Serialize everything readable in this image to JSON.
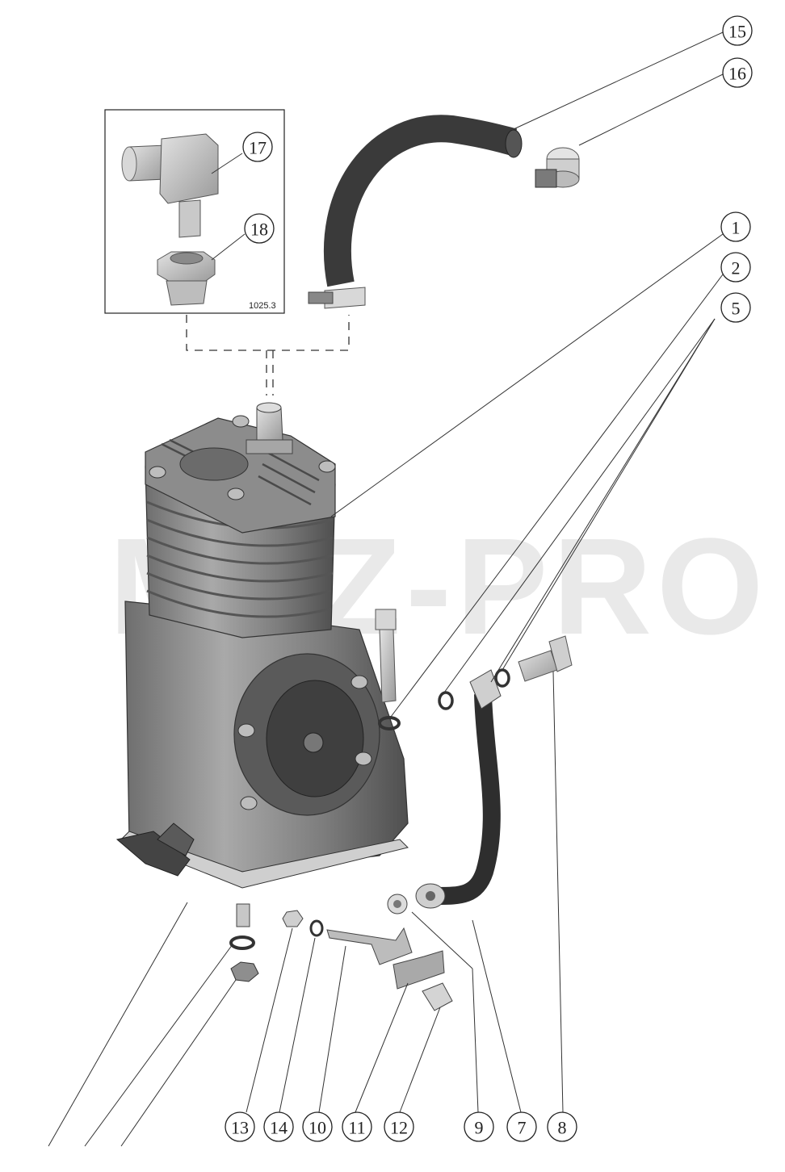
{
  "watermark": "MTZ-PRO",
  "inset_code": "1025.3",
  "callouts": [
    {
      "id": "c15",
      "label": "15"
    },
    {
      "id": "c16",
      "label": "16"
    },
    {
      "id": "c17",
      "label": "17"
    },
    {
      "id": "c18",
      "label": "18"
    },
    {
      "id": "c1",
      "label": "1"
    },
    {
      "id": "c2",
      "label": "2"
    },
    {
      "id": "c5",
      "label": "5"
    },
    {
      "id": "c13",
      "label": "13"
    },
    {
      "id": "c14",
      "label": "14"
    },
    {
      "id": "c10",
      "label": "10"
    },
    {
      "id": "c11",
      "label": "11"
    },
    {
      "id": "c12",
      "label": "12"
    },
    {
      "id": "c9",
      "label": "9"
    },
    {
      "id": "c7",
      "label": "7"
    },
    {
      "id": "c8",
      "label": "8"
    }
  ]
}
